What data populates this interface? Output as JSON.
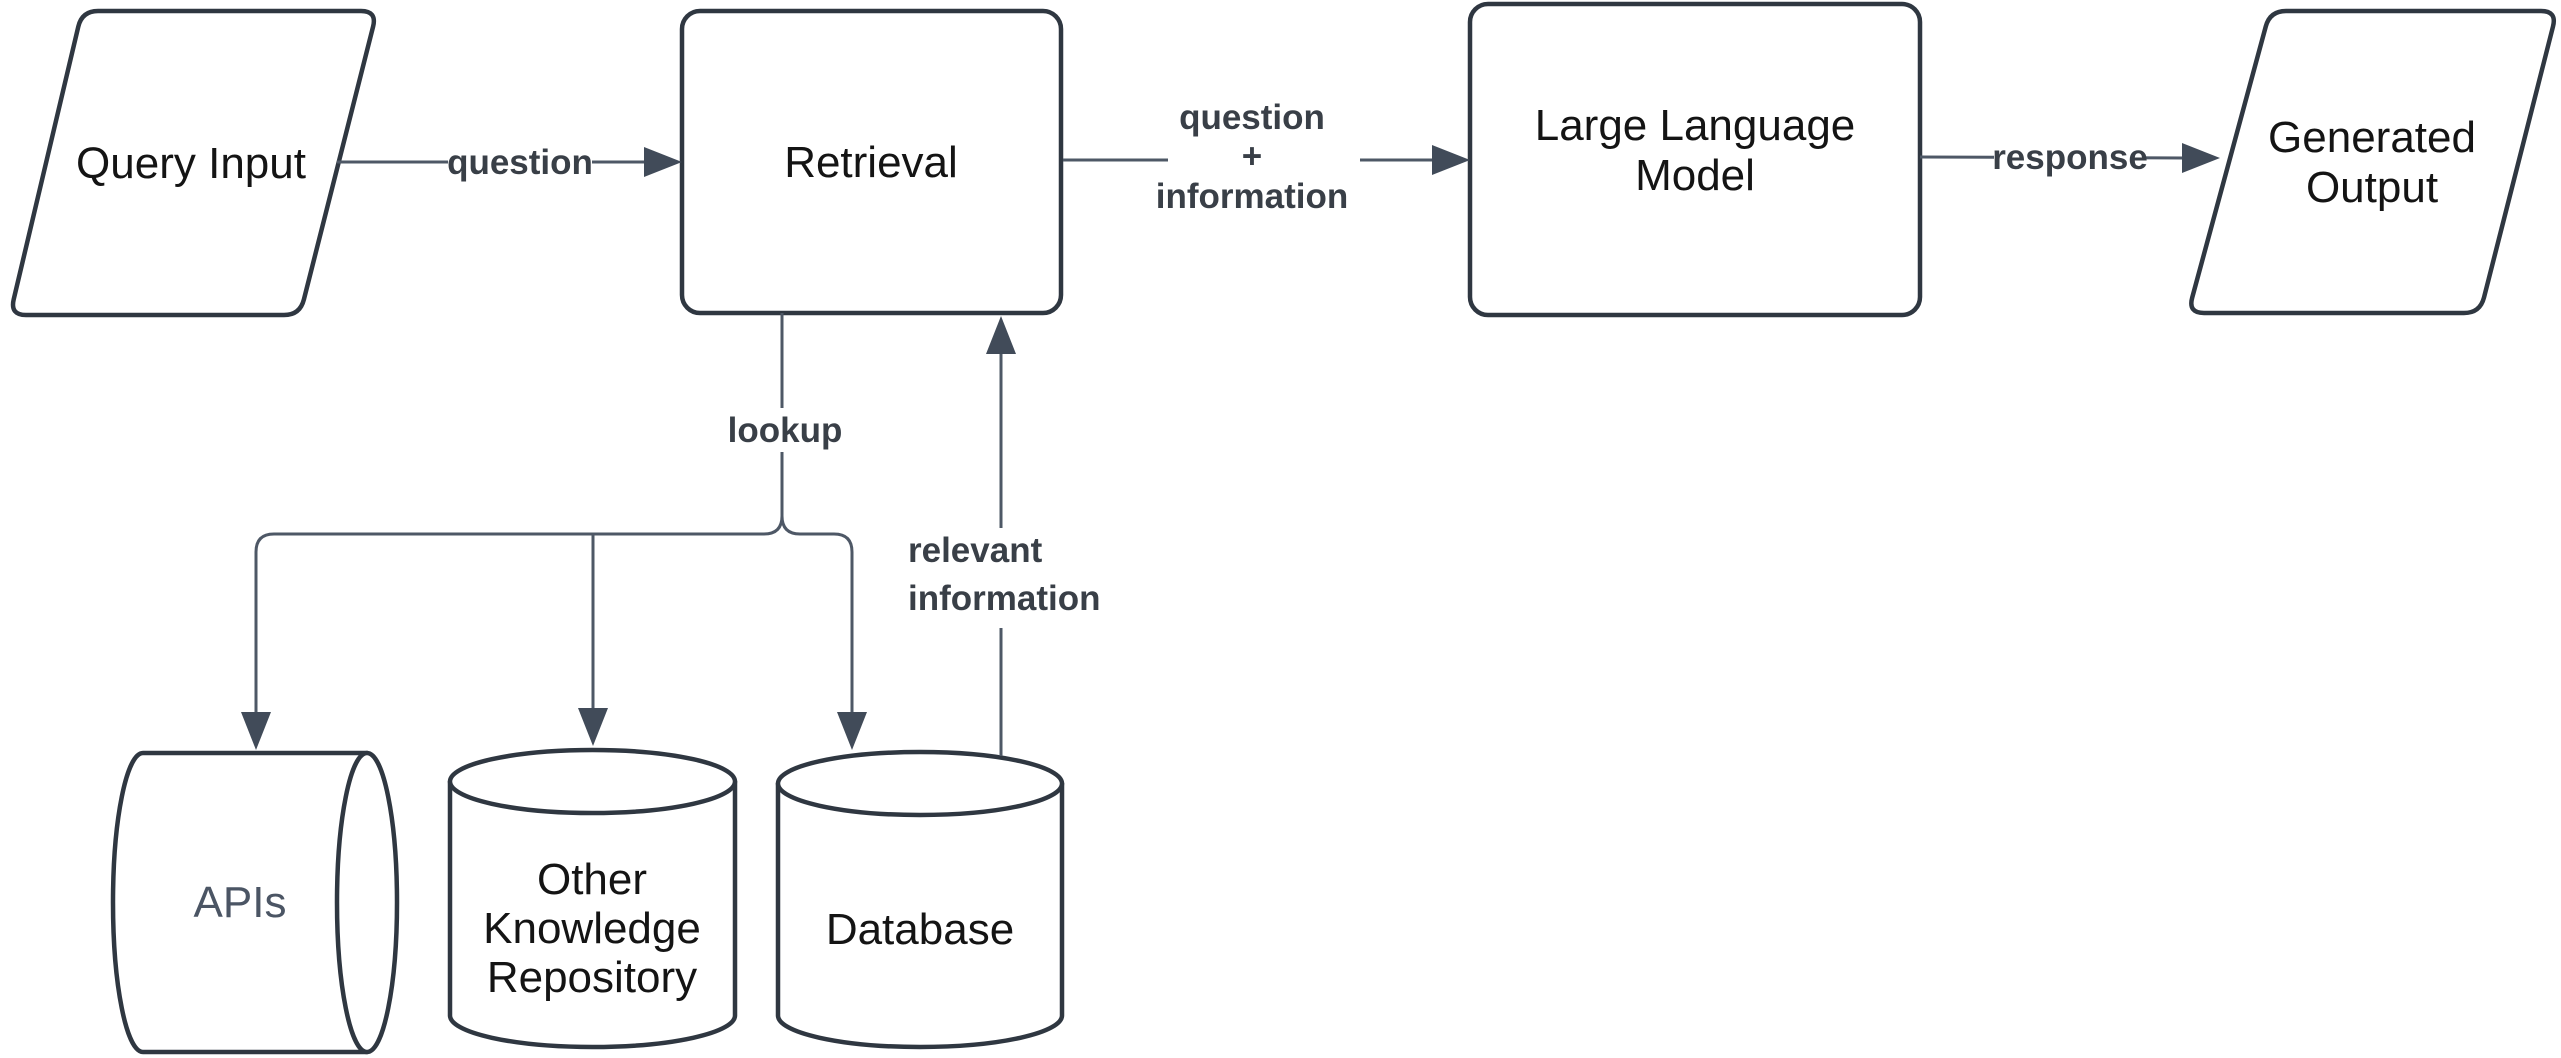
{
  "diagram": {
    "type": "flowchart",
    "nodes": {
      "query_input": {
        "label": "Query Input",
        "shape": "parallelogram"
      },
      "retrieval": {
        "label": "Retrieval",
        "shape": "rounded-rectangle"
      },
      "llm": {
        "label_line1": "Large Language",
        "label_line2": "Model",
        "shape": "rounded-rectangle"
      },
      "generated_output": {
        "label_line1": "Generated",
        "label_line2": "Output",
        "shape": "parallelogram"
      },
      "apis": {
        "label": "APIs",
        "shape": "horizontal-cylinder"
      },
      "other_knowledge_repository": {
        "label_line1": "Other",
        "label_line2": "Knowledge",
        "label_line3": "Repository",
        "shape": "cylinder"
      },
      "database": {
        "label": "Database",
        "shape": "cylinder"
      }
    },
    "edges": {
      "question": {
        "label": "question",
        "from": "query_input",
        "to": "retrieval"
      },
      "question_information": {
        "label_line1": "question",
        "label_line2": "+",
        "label_line3": "information",
        "from": "retrieval",
        "to": "llm"
      },
      "response": {
        "label": "response",
        "from": "llm",
        "to": "generated_output"
      },
      "lookup": {
        "label": "lookup",
        "from": "retrieval",
        "to": "apis, other_knowledge_repository, database"
      },
      "relevant_information": {
        "label_line1": "relevant",
        "label_line2": "information",
        "from": "database",
        "to": "retrieval"
      }
    },
    "colors": {
      "background": "#ffffff",
      "shape_stroke": "#2f3741",
      "shape_fill": "#ffffff",
      "edge_stroke": "#4e5866",
      "arrowhead_fill": "#414b59",
      "node_text": "#141414",
      "apis_text": "#4b5564",
      "edge_label_text": "#393f47"
    }
  }
}
